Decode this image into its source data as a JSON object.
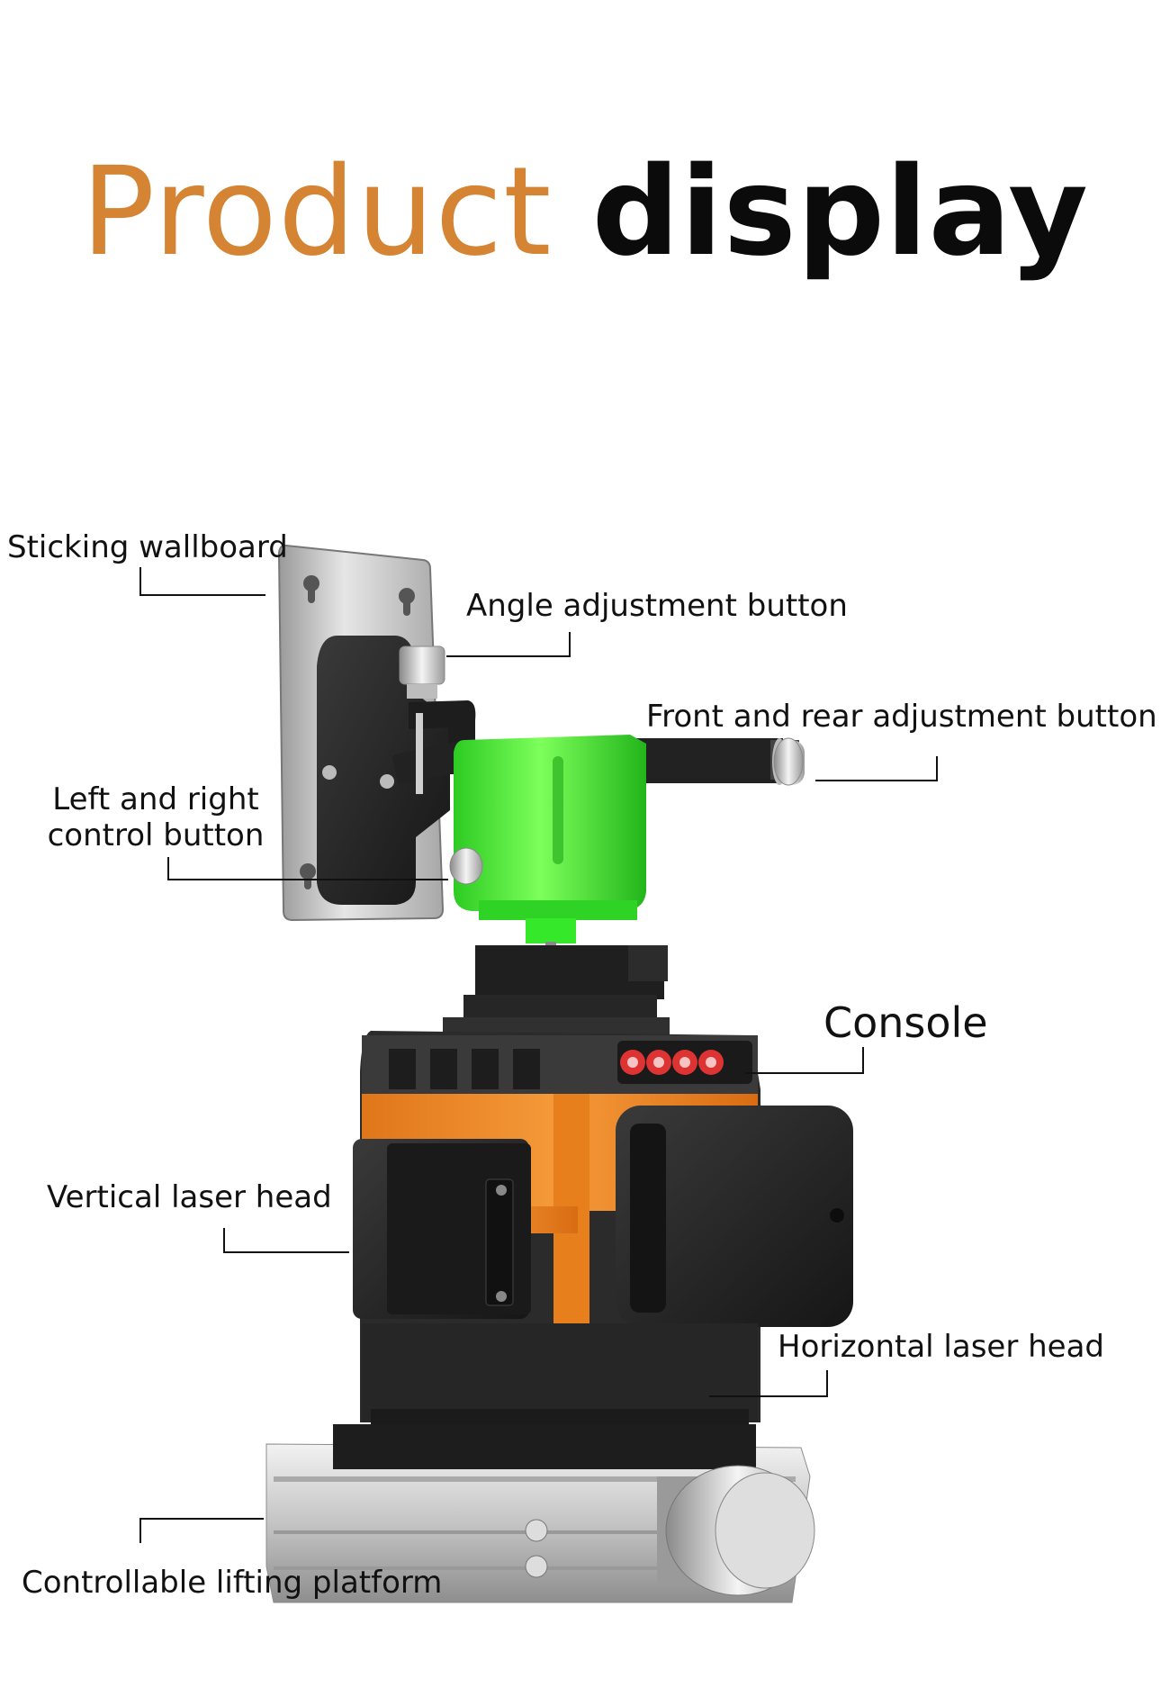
{
  "title": {
    "word1": "Product",
    "word2": "display"
  },
  "colors": {
    "accent": "#d48432",
    "device_orange": "#f08a1c",
    "bracket_green": "#39e62b",
    "body_dark": "#2a2a2a",
    "platform_silver": "#c9c9c9"
  },
  "callouts": {
    "sticking_wallboard": "Sticking wallboard",
    "angle_adjustment_button": "Angle adjustment button",
    "front_rear_adjustment_button": "Front and rear adjustment button",
    "left_right_control_line1": "Left and right",
    "left_right_control_line2": "control button",
    "console": "Console",
    "vertical_laser_head": "Vertical laser head",
    "horizontal_laser_head": "Horizontal laser head",
    "controllable_lifting_platform": "Controllable lifting platform"
  },
  "icons": [
    "keyhole-slot-icon",
    "knob-icon",
    "console-button-icon"
  ]
}
